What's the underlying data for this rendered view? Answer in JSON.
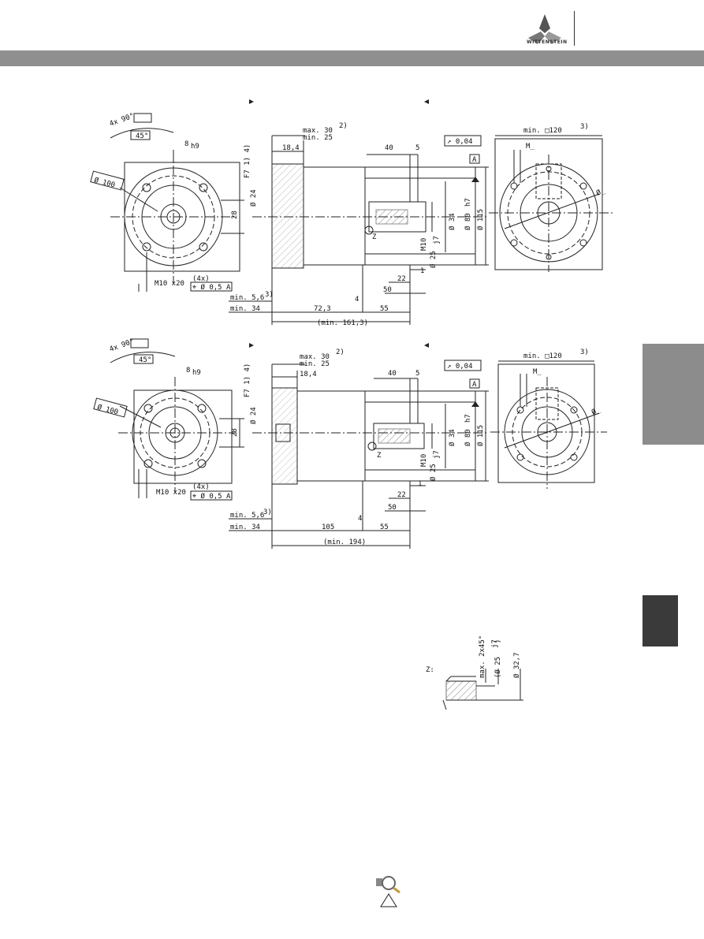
{
  "brand": {
    "name": "WITTENSTEIN"
  },
  "drawing_top": {
    "flange_square": "4x 90°",
    "flange_angle": "45°",
    "key_width": "8",
    "key_tol": "h9",
    "pcd": "Ø 100",
    "thread": "M10 x20",
    "thread_count": "(4x)",
    "position_tol": "⌖ Ø 0,5 A",
    "max_len": "max. 30",
    "max_note": "2)",
    "min_len": "min. 25",
    "d_18_4": "18,4",
    "bore": "Ø 24",
    "bore_fit": "F7 1) 4)",
    "d_40": "40",
    "d_5": "5",
    "runout": "↗ 0,04",
    "datum": "A",
    "d_28": "28",
    "d_34": "Ø 34",
    "d_80": "Ø 80",
    "d_80_fit": "h7",
    "d_115": "Ø 115",
    "d_25": "Ø 25",
    "d_25_fit": "j7",
    "m10": "M10",
    "z_label": "Z",
    "d_22": "22",
    "d_1": "1",
    "d_50": "50",
    "d_4": "4",
    "min_5_6": "min. 5,6",
    "min_34": "min. 34",
    "note3": "3)",
    "d_72_3": "72,3",
    "d_55": "55",
    "total": "(min. 161,3)",
    "min_120": "min. □120",
    "m_": "M_",
    "phi_": "Ø_"
  },
  "drawing_bottom": {
    "d_105": "105",
    "total": "(min. 194)"
  },
  "detail_z": {
    "label": "Z:",
    "chamfer": "max. 2x45°",
    "d_25": "(Ø 25",
    "d_25_fit": "j7",
    "d_25_close": ")",
    "d_32_7": "Ø 32,7"
  }
}
